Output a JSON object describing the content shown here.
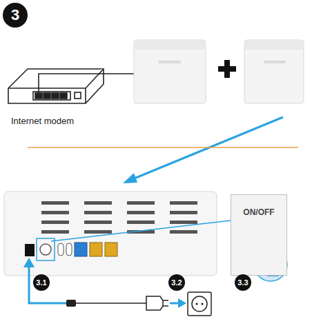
{
  "diagram": {
    "nodes": [
      {
        "text": [
          "Internet modem"
        ]
      },
      {
        "text": [
          "ON/OFF"
        ]
      }
    ],
    "labels": [
      "3",
      "3.1",
      "3.2",
      "3.3"
    ]
  }
}
